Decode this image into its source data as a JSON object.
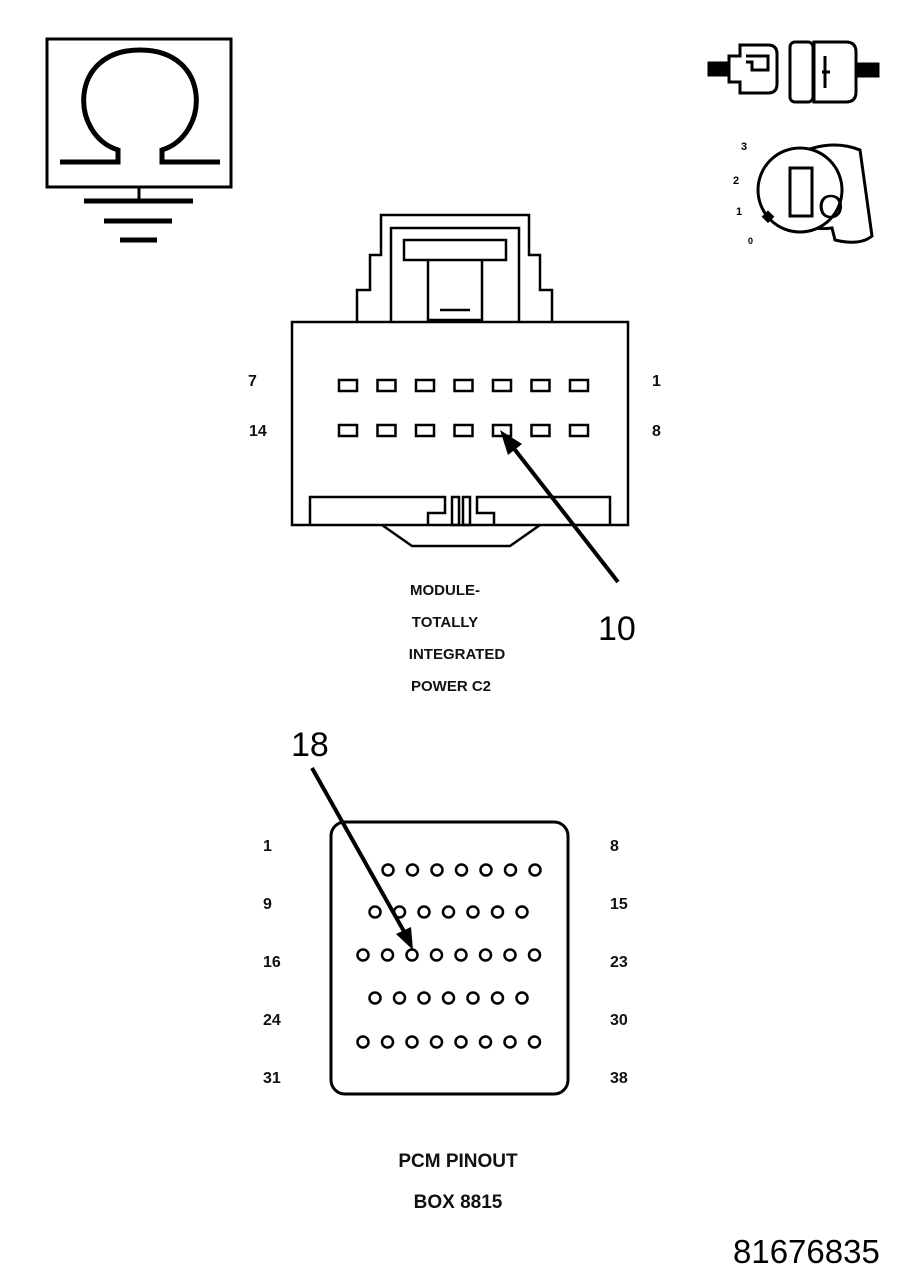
{
  "icons": {
    "ohmmeter": "ohmmeter-ground-icon",
    "connector": "disconnected-connector-icon",
    "ignition": "ignition-key-off-icon"
  },
  "ignition_positions": [
    "3",
    "2",
    "1",
    "0"
  ],
  "ignition_key_letter": "O",
  "tipm_connector": {
    "caption_lines": [
      "MODULE-",
      "TOTALLY",
      "INTEGRATED",
      "POWER C2"
    ],
    "row_labels": {
      "top_left": "7",
      "top_right": "1",
      "bottom_left": "14",
      "bottom_right": "8"
    },
    "callout": "10"
  },
  "pcm_connector": {
    "caption_lines": [
      "PCM PINOUT",
      "BOX 8815"
    ],
    "row_labels_left": [
      "1",
      "9",
      "16",
      "24",
      "31"
    ],
    "row_labels_right": [
      "8",
      "15",
      "23",
      "30",
      "38"
    ],
    "callout": "18"
  },
  "figure_number": "81676835"
}
